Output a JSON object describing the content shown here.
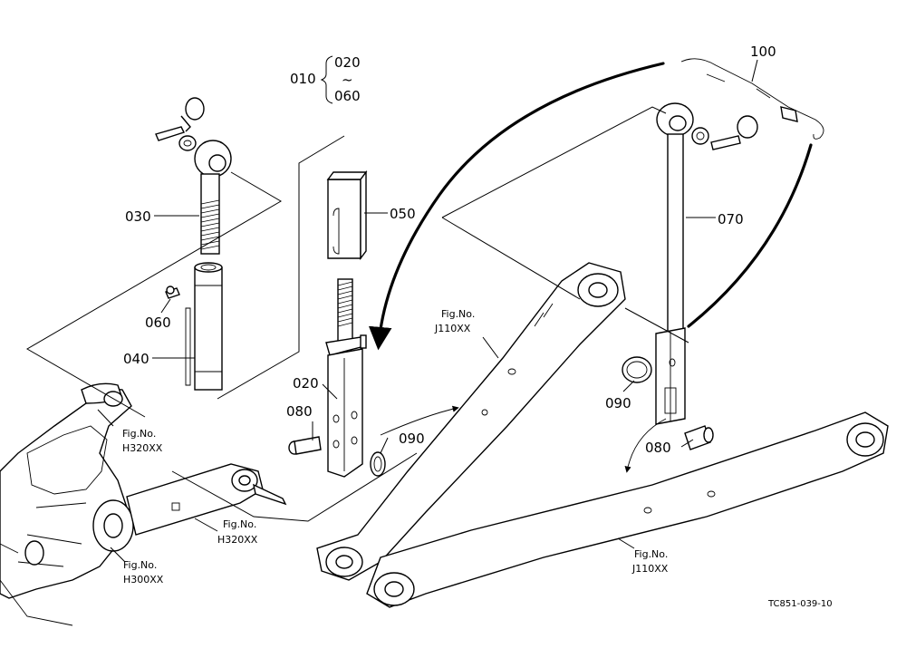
{
  "parts": {
    "p010": "010",
    "p020_range_start": "020",
    "p020_range_tilde": "~",
    "p060_range_end": "060",
    "p030": "030",
    "p040": "040",
    "p050": "050",
    "p060": "060",
    "p020": "020",
    "p080_left": "080",
    "p090_left": "090",
    "p070": "070",
    "p090_right": "090",
    "p080_right": "080",
    "p100": "100"
  },
  "figure_refs": {
    "j110_upper": {
      "line1": "Fig.No.",
      "line2": "J110XX"
    },
    "h320_upper": {
      "line1": "Fig.No.",
      "line2": "H320XX"
    },
    "h320_lower": {
      "line1": "Fig.No.",
      "line2": "H320XX"
    },
    "h300": {
      "line1": "Fig.No.",
      "line2": "H300XX"
    },
    "j110_lower": {
      "line1": "Fig.No.",
      "line2": "J110XX"
    }
  },
  "drawing_code": "TC851-039-10"
}
